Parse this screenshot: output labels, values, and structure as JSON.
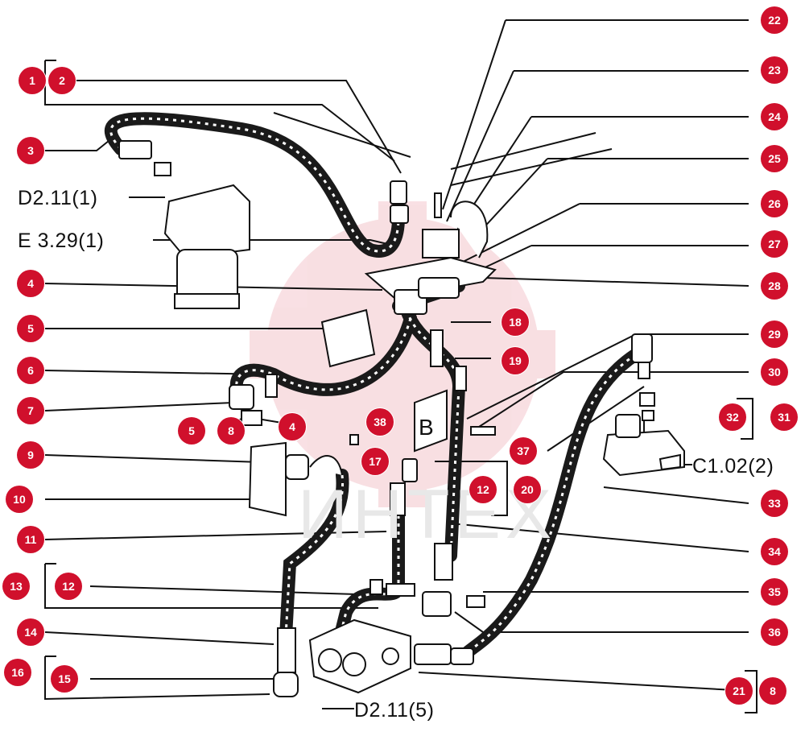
{
  "diagram": {
    "watermark_text": "ИНТЕХ",
    "callout_color": "#d0102c",
    "callouts": {
      "c1": "1",
      "c2": "2",
      "c3": "3",
      "c4a": "4",
      "c4b": "4",
      "c5a": "5",
      "c5b": "5",
      "c6": "6",
      "c7": "7",
      "c8a": "8",
      "c8b": "8",
      "c9": "9",
      "c10": "10",
      "c11": "11",
      "c12a": "12",
      "c12b": "12",
      "c13": "13",
      "c14": "14",
      "c15": "15",
      "c16": "16",
      "c17": "17",
      "c18": "18",
      "c19": "19",
      "c20": "20",
      "c21": "21",
      "c22": "22",
      "c23": "23",
      "c24": "24",
      "c25": "25",
      "c26": "26",
      "c27": "27",
      "c28": "28",
      "c29": "29",
      "c30": "30",
      "c31": "31",
      "c32": "32",
      "c33": "33",
      "c34": "34",
      "c35": "35",
      "c36": "36",
      "c37": "37",
      "c38": "38"
    },
    "references": {
      "d211_1": "D2.11(1)",
      "e329_1": "E 3.29(1)",
      "c102_2": "C1.02(2)",
      "d211_5": "D2.11(5)"
    }
  }
}
